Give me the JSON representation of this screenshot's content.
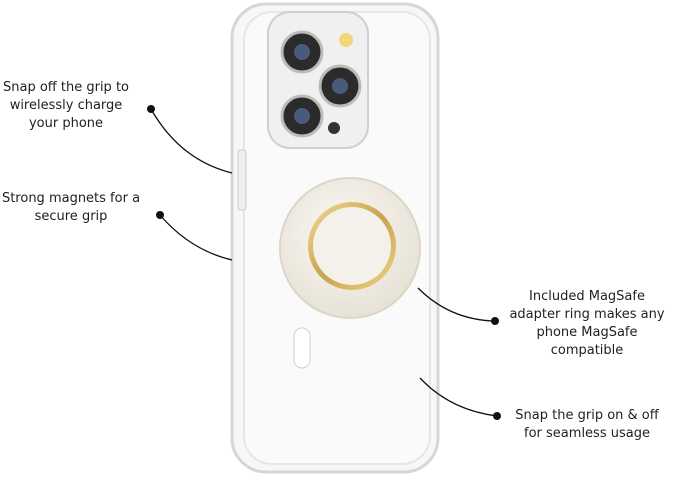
{
  "callouts": {
    "wireless": "Snap off the grip to wirelessly charge your phone",
    "magnets": "Strong magnets for a secure grip",
    "adapter": "Included MagSafe adapter ring makes any phone MagSafe compatible",
    "snap": "Snap the grip on & off for seamless usage"
  },
  "colors": {
    "ring_gold": "#d8b86a",
    "grip_white": "#f4f1ea",
    "line": "#111111"
  }
}
